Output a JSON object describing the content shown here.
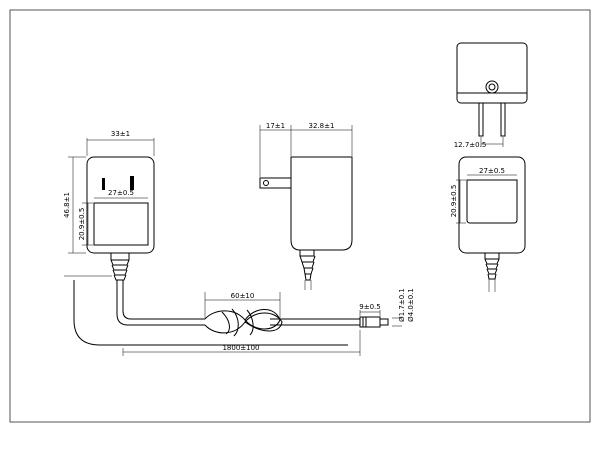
{
  "drawing": {
    "dimensions": {
      "left_width": "33±1",
      "left_height": "46.8±1",
      "left_inner_width": "27±0.5",
      "left_inner_height": "20.9±0.5",
      "side_prong": "17±1",
      "side_width": "32.8±1",
      "top_prong_spacing": "12.7±0.5",
      "right_inner_width": "27±0.5",
      "right_inner_height": "20.9±0.5",
      "coil_length": "60±10",
      "cable_length": "1800±100",
      "plug_length": "9±0.5",
      "inner_diameter": "Ø1.7±0.1",
      "outer_diameter": "Ø4.0±0.1"
    }
  }
}
